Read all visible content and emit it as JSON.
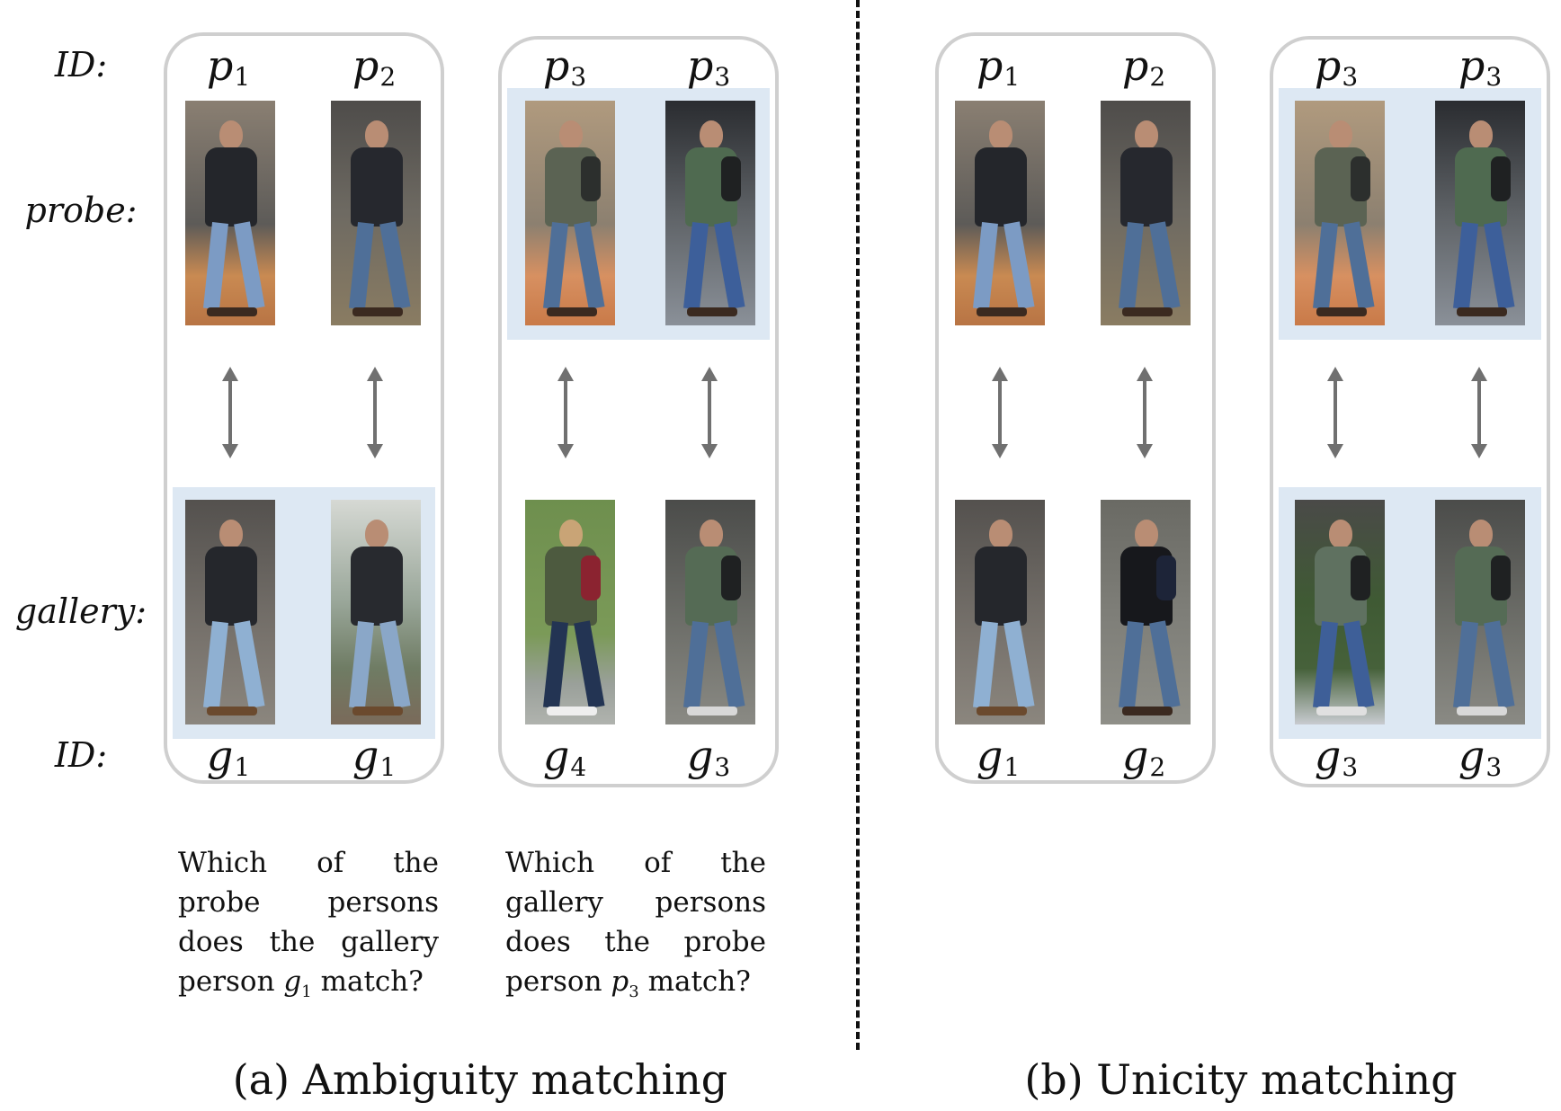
{
  "labels": {
    "id_top": "ID:",
    "probe": "probe:",
    "gallery": "gallery:",
    "id_bottom": "ID:"
  },
  "groups": [
    {
      "probe_ids": [
        [
          "p",
          "1"
        ],
        [
          "p",
          "2"
        ]
      ],
      "gallery_ids": [
        [
          "g",
          "1"
        ],
        [
          "g",
          "1"
        ]
      ]
    },
    {
      "probe_ids": [
        [
          "p",
          "3"
        ],
        [
          "p",
          "3"
        ]
      ],
      "gallery_ids": [
        [
          "g",
          "4"
        ],
        [
          "g",
          "3"
        ]
      ]
    },
    {
      "probe_ids": [
        [
          "p",
          "1"
        ],
        [
          "p",
          "2"
        ]
      ],
      "gallery_ids": [
        [
          "g",
          "1"
        ],
        [
          "g",
          "2"
        ]
      ]
    },
    {
      "probe_ids": [
        [
          "p",
          "3"
        ],
        [
          "p",
          "3"
        ]
      ],
      "gallery_ids": [
        [
          "g",
          "3"
        ],
        [
          "g",
          "3"
        ]
      ]
    }
  ],
  "questions": {
    "left": {
      "pre": "Which of the probe persons does the gallery person ",
      "var": "g",
      "sub": "1",
      "post": " match?"
    },
    "right": {
      "pre": "Which of the gallery persons does the probe person ",
      "var": "p",
      "sub": "3",
      "post": " match?"
    }
  },
  "captions": {
    "a": "(a) Ambiguity matching",
    "b": "(b) Unicity matching"
  },
  "colors": {
    "highlight": "#dde8f3",
    "group_border": "#cfcfcf",
    "arrow": "#707070"
  }
}
